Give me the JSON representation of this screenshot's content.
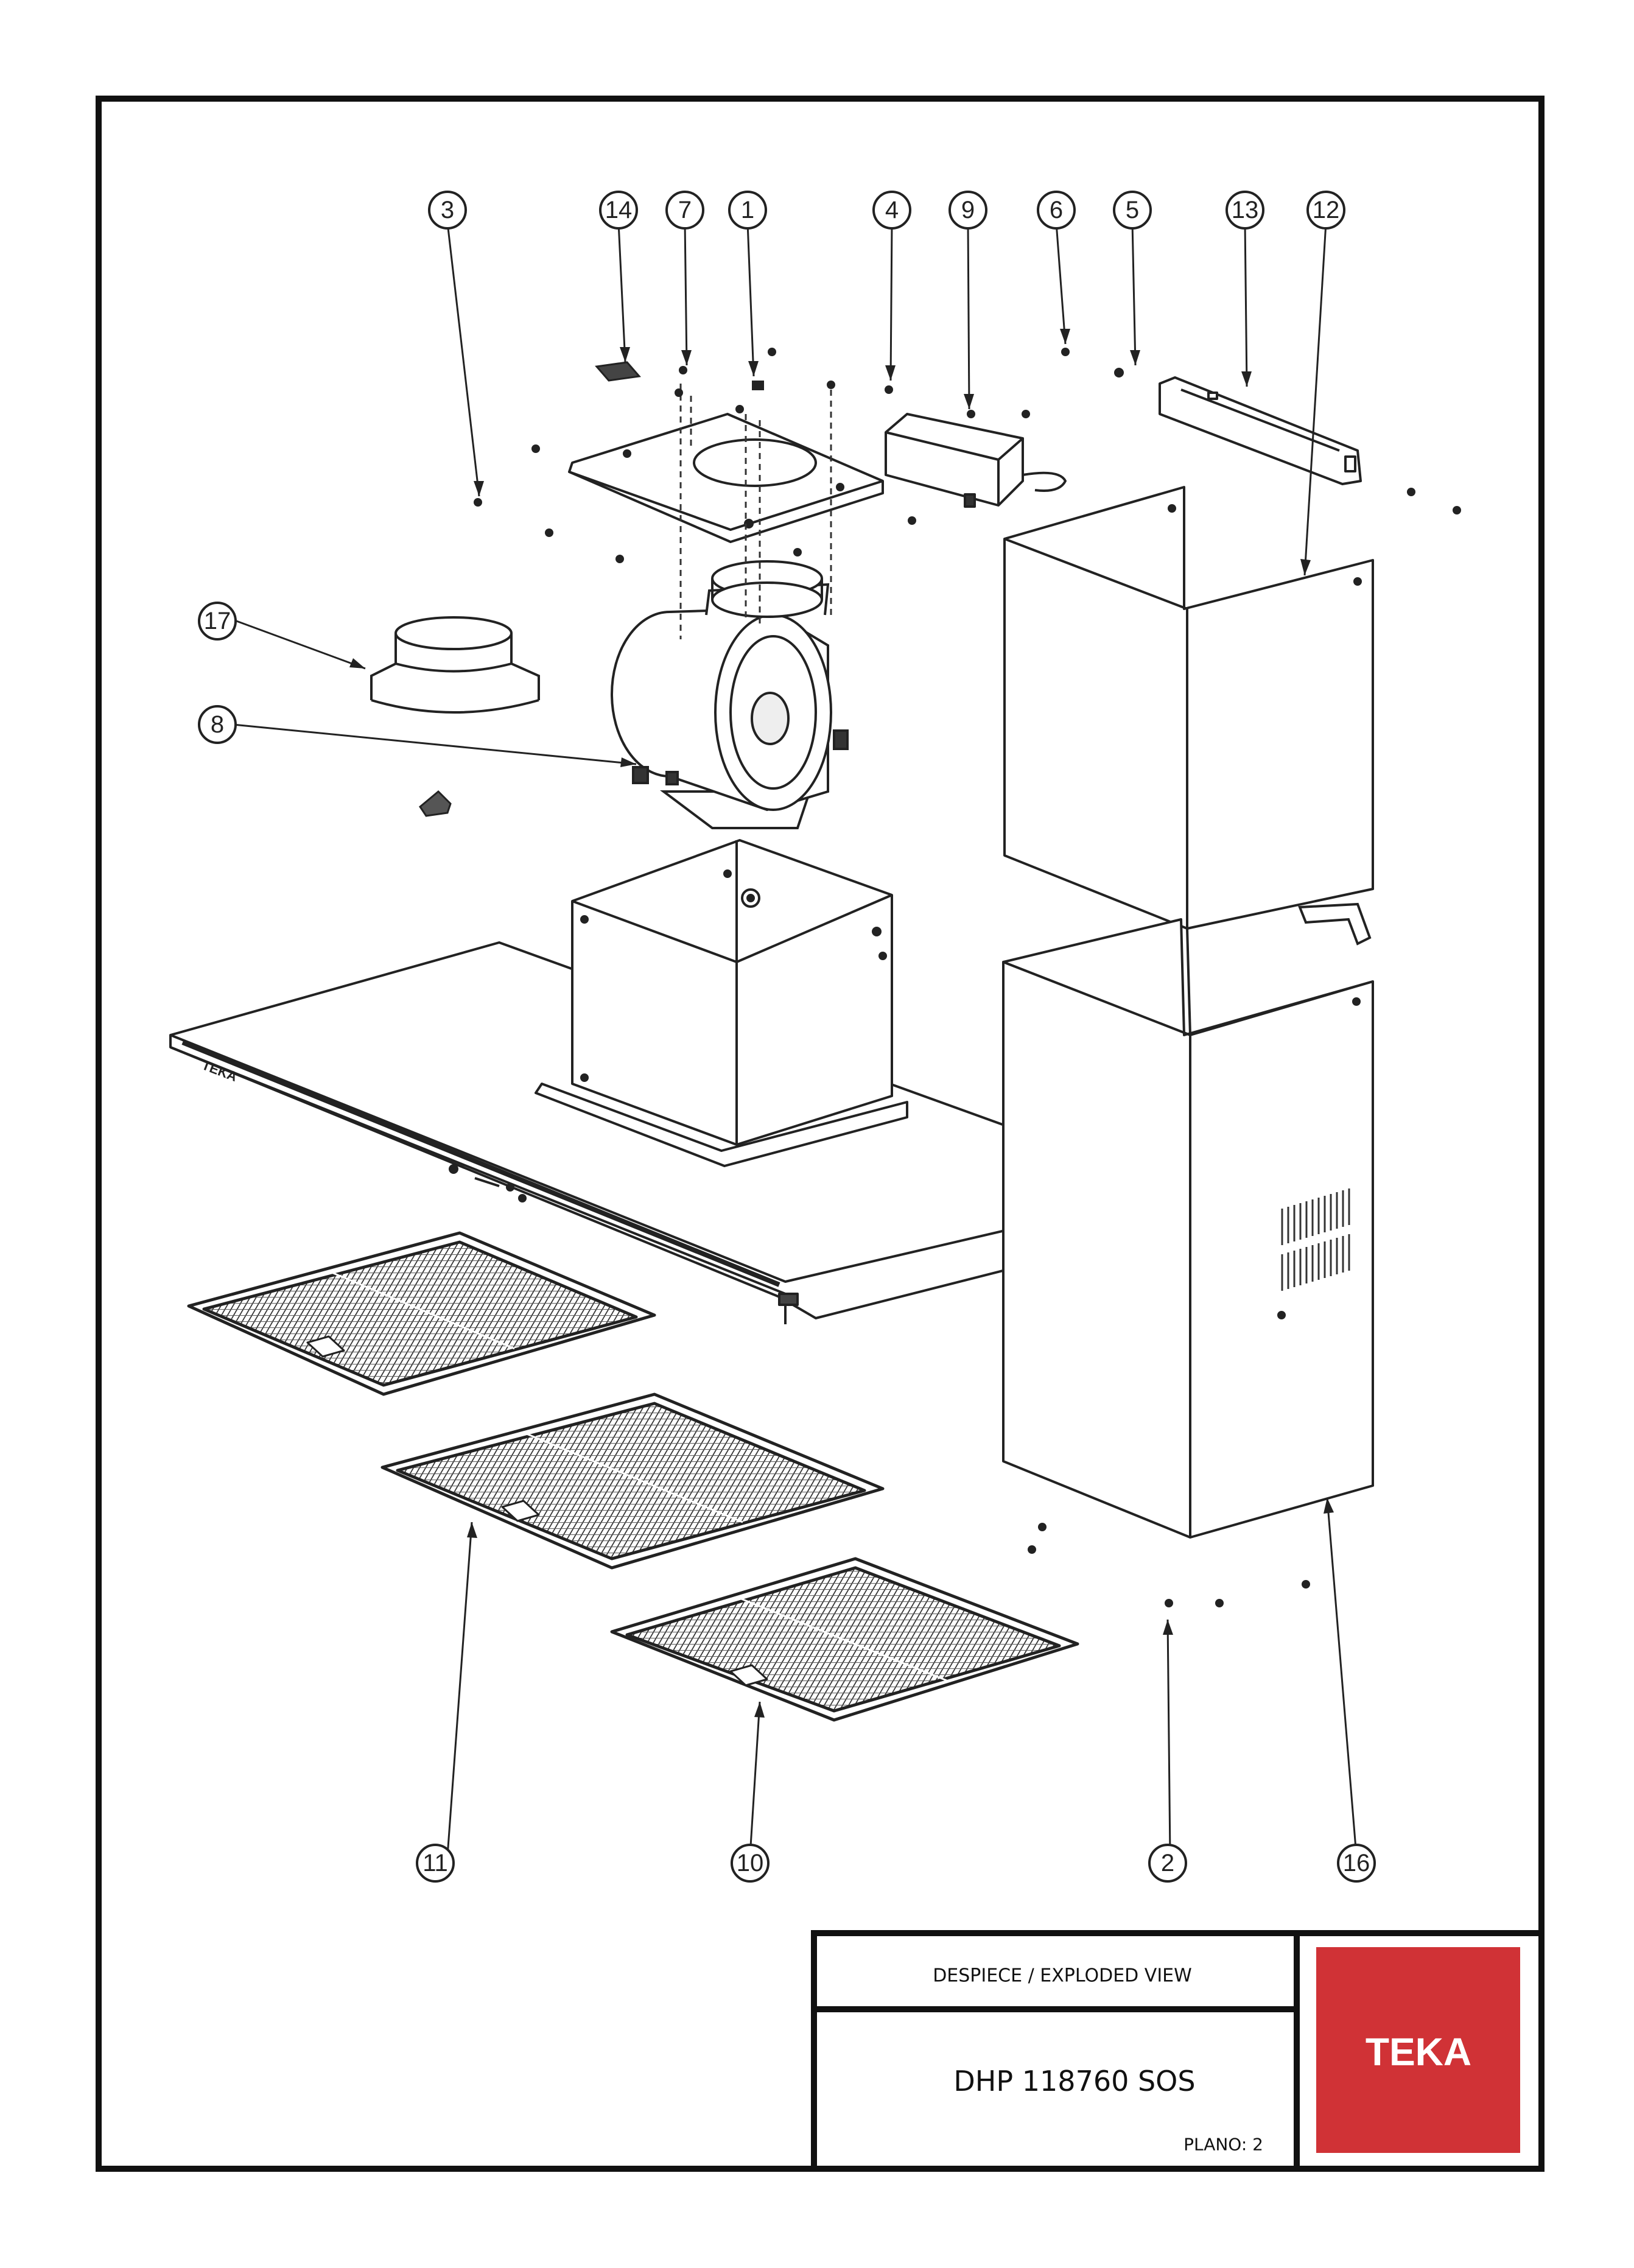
{
  "callouts": [
    "1",
    "2",
    "3",
    "4",
    "5",
    "6",
    "7",
    "8",
    "9",
    "10",
    "11",
    "12",
    "13",
    "14",
    "16",
    "17"
  ],
  "title_block": {
    "heading": "DESPIECE / EXPLODED VIEW",
    "model": "DHP 118760 SOS",
    "sheet": "PLANO: 2"
  },
  "brand": {
    "name": "TEKA",
    "color": "#d03236",
    "text_color": "#ffffff"
  },
  "hood_logo": "TEKA",
  "colors": {
    "line": "#222222",
    "frame": "#111111"
  }
}
